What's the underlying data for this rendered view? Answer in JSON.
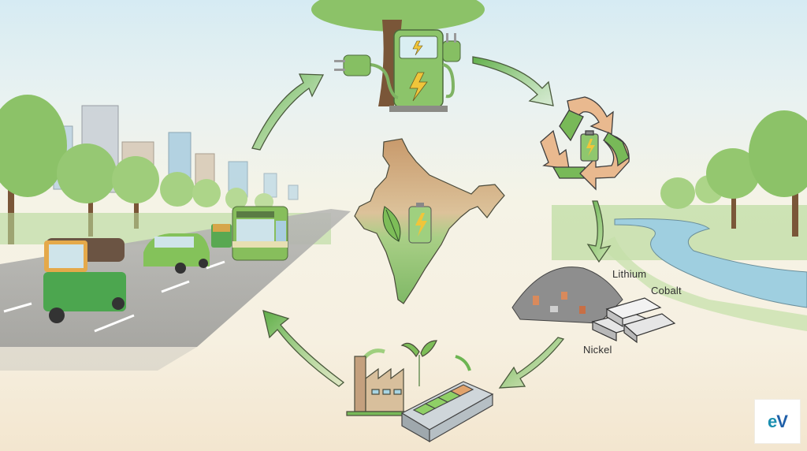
{
  "diagram": {
    "title": "EV lifecycle cycle in India",
    "nodes": [
      {
        "id": "charging",
        "label": "Charging station under tree",
        "icon": "charging-station-icon"
      },
      {
        "id": "recycling",
        "label": "Battery recycling",
        "icon": "recycle-icon"
      },
      {
        "id": "materials",
        "label": "Recovered raw materials",
        "icon": "metal-ingots-icon"
      },
      {
        "id": "manufacturing",
        "label": "Green battery manufacturing",
        "icon": "factory-icon"
      },
      {
        "id": "mobility",
        "label": "Electric mobility on roads",
        "icon": "vehicles-icon"
      },
      {
        "id": "center",
        "label": "India map with leaf and battery",
        "icon": "india-map-icon"
      }
    ],
    "edges": [
      {
        "from": "charging",
        "to": "recycling"
      },
      {
        "from": "recycling",
        "to": "materials"
      },
      {
        "from": "materials",
        "to": "manufacturing"
      },
      {
        "from": "manufacturing",
        "to": "mobility"
      },
      {
        "from": "mobility",
        "to": "charging"
      }
    ]
  },
  "materials": {
    "lithium": "Lithium",
    "cobalt": "Cobalt",
    "nickel": "Nickel"
  },
  "logo": {
    "e": "e",
    "v": "V"
  },
  "colors": {
    "arrow_green": "#6db552",
    "station_green": "#8cc46a",
    "recycle_tan": "#e9b98f",
    "bolt_yellow": "#f0c53a",
    "river_blue": "#9fcfe0",
    "road_gray": "#a9a9a9",
    "logo_blue": "#1f5fa8"
  }
}
